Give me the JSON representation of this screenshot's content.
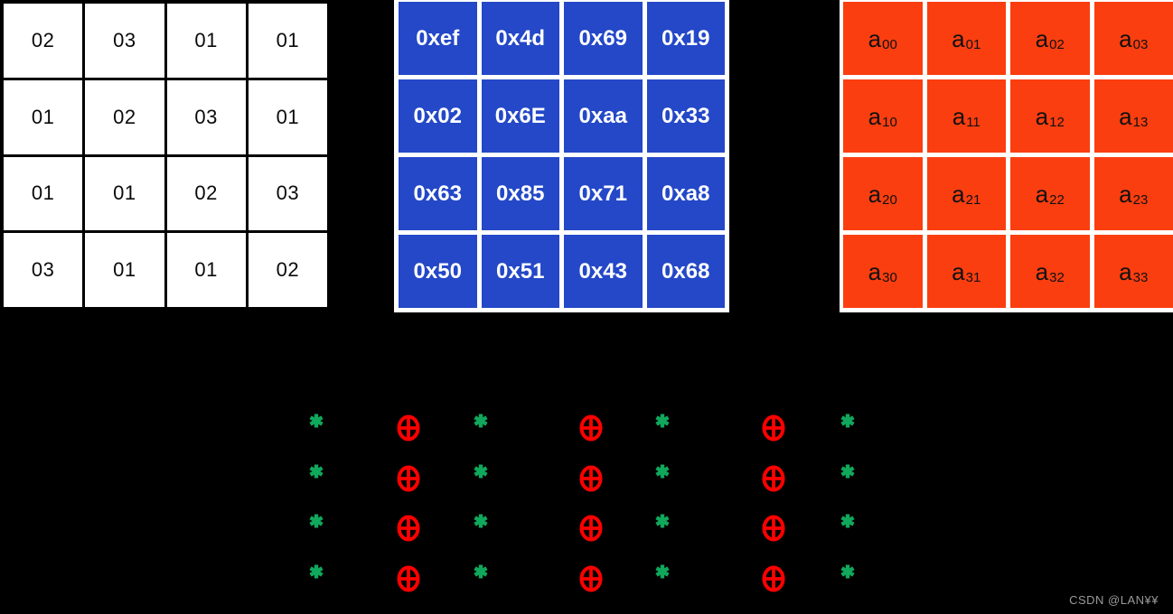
{
  "matrices": {
    "coefficient": {
      "description": "MixColumns coefficient matrix",
      "cell_color": "#ffffff",
      "text_color": "#0a0a0a",
      "grid_color": "#000000",
      "rows": [
        [
          "02",
          "03",
          "01",
          "01"
        ],
        [
          "01",
          "02",
          "03",
          "01"
        ],
        [
          "01",
          "01",
          "02",
          "03"
        ],
        [
          "03",
          "01",
          "01",
          "02"
        ]
      ]
    },
    "state": {
      "description": "State matrix of hex bytes",
      "cell_color": "#2448c8",
      "text_color": "#ffffff",
      "grid_color": "#ffffff",
      "rows": [
        [
          "0xef",
          "0x4d",
          "0x69",
          "0x19"
        ],
        [
          "0x02",
          "0x6E",
          "0xaa",
          "0x33"
        ],
        [
          "0x63",
          "0x85",
          "0x71",
          "0xa8"
        ],
        [
          "0x50",
          "0x51",
          "0x43",
          "0x68"
        ]
      ]
    },
    "result": {
      "description": "Result matrix with subscripted entries",
      "cell_color": "#fa3e10",
      "text_color": "#111111",
      "grid_color": "#ffffff",
      "base": "a",
      "subscripts": [
        [
          "00",
          "01",
          "02",
          "03"
        ],
        [
          "10",
          "11",
          "12",
          "13"
        ],
        [
          "20",
          "21",
          "22",
          "23"
        ],
        [
          "30",
          "31",
          "32",
          "33"
        ]
      ]
    }
  },
  "formula": {
    "symbols": {
      "mul": {
        "label": "multiply",
        "color": "#10a85c"
      },
      "xor": {
        "label": "xor-circled-plus",
        "color": "#fe0000"
      }
    },
    "rows": [
      [
        "mul",
        "xor",
        "mul",
        "xor",
        "mul",
        "xor",
        "mul"
      ],
      [
        "mul",
        "xor",
        "mul",
        "xor",
        "mul",
        "xor",
        "mul"
      ],
      [
        "mul",
        "xor",
        "mul",
        "xor",
        "mul",
        "xor",
        "mul"
      ],
      [
        "mul",
        "xor",
        "mul",
        "xor",
        "mul",
        "xor",
        "mul"
      ]
    ]
  },
  "watermark": {
    "text": "CSDN @LAN¥¥",
    "color": "#9a9a9a"
  }
}
